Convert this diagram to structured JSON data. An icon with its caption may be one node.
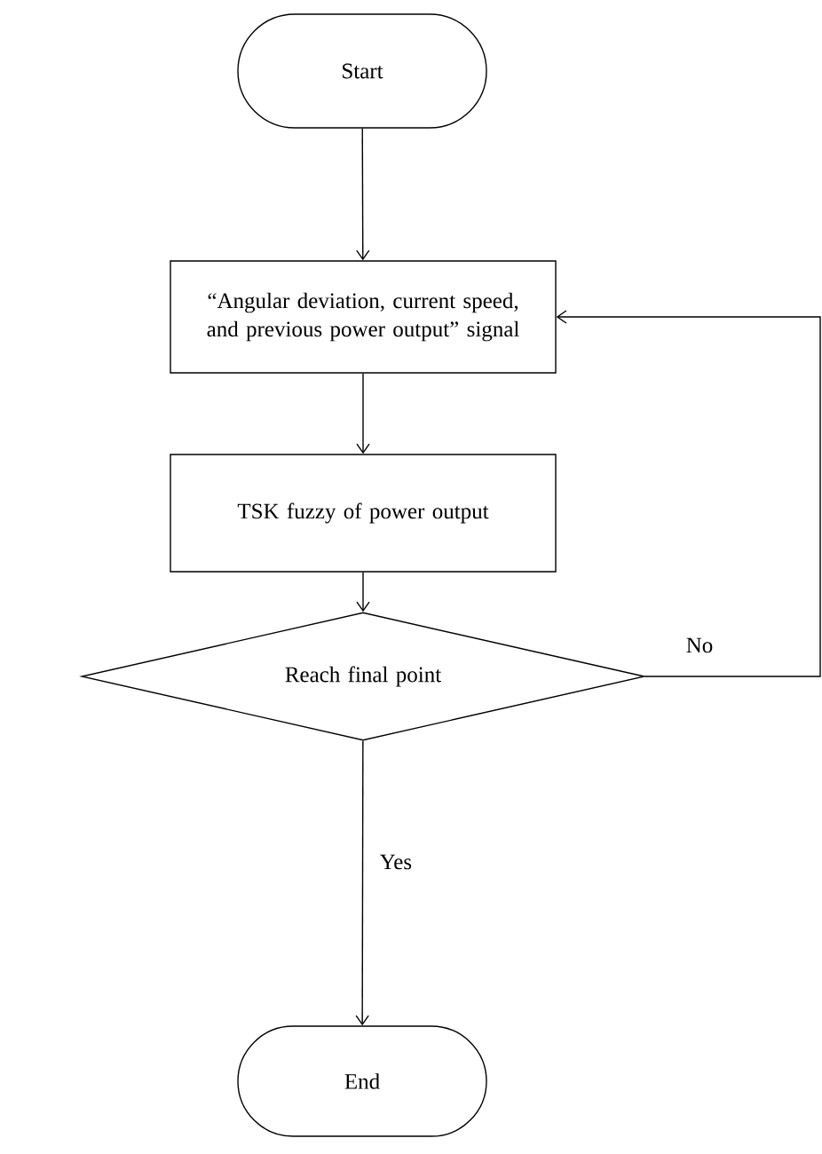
{
  "diagram": {
    "nodes": [
      {
        "text": [
          "Start"
        ]
      },
      {
        "text": [
          "“Angular deviation, current speed, and previous power output” signal"
        ]
      },
      {
        "text": [
          "TSK fuzzy of power output"
        ]
      },
      {
        "text": [
          "Reach final point"
        ]
      },
      {
        "text": [
          "End"
        ]
      }
    ],
    "edges": [
      {
        "from": 0,
        "to": 1,
        "arrow": "to"
      },
      {
        "from": 1,
        "to": 2,
        "arrow": "to"
      },
      {
        "from": 2,
        "to": 3,
        "arrow": "to"
      },
      {
        "from": 3,
        "to": 4,
        "arrow": "to",
        "label": "Yes"
      },
      {
        "from": 3,
        "to": 1,
        "arrow": "to",
        "label": "No"
      }
    ]
  }
}
